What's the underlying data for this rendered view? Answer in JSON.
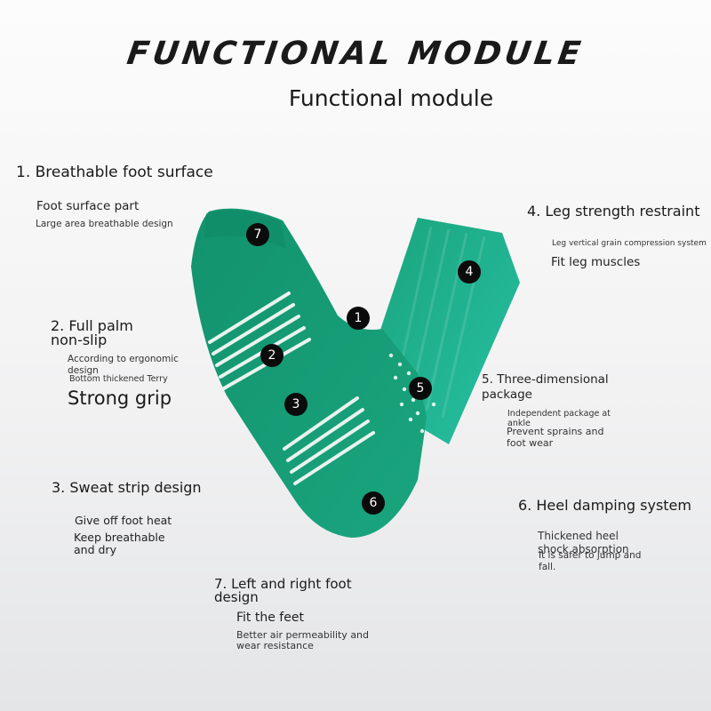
{
  "header": {
    "title": "FUNCTIONAL MODULE",
    "subtitle": "Functional module"
  },
  "colors": {
    "sock_dark": "#12936d",
    "sock_mid": "#1aa57e",
    "sock_light": "#27c0a2",
    "stripe": "#e8f3ef"
  },
  "modules": {
    "m1": {
      "heading": "1. Breathable foot surface",
      "line1": "Foot surface part",
      "line2": "Large area breathable design"
    },
    "m2": {
      "heading_a": "2. Full palm",
      "heading_b": "non-slip",
      "line1": "According to ergonomic",
      "line2": "design",
      "line3": "Bottom thickened Terry",
      "emphasis": "Strong grip"
    },
    "m3": {
      "heading": "3. Sweat strip design",
      "line1": "Give off foot heat",
      "line2": "Keep breathable",
      "line3": "and dry"
    },
    "m4": {
      "heading": "4. Leg strength restraint",
      "line1": "Leg vertical grain compression system",
      "line2": "Fit leg muscles"
    },
    "m5": {
      "heading_a": "5. Three-dimensional",
      "heading_b": "package",
      "line1": "Independent package at",
      "line2": "ankle",
      "line3": "Prevent sprains and",
      "line4": "foot wear"
    },
    "m6": {
      "heading": "6. Heel damping system",
      "line1": "Thickened heel",
      "line2": "shock absorption",
      "line3": "It is safer to jump and",
      "line4": "fall."
    },
    "m7": {
      "heading_a": "7. Left and right foot",
      "heading_b": "design",
      "line1": "Fit the feet",
      "line2": "Better air permeability and",
      "line3": "wear resistance"
    }
  },
  "badges": [
    "1",
    "2",
    "3",
    "4",
    "5",
    "6",
    "7"
  ]
}
